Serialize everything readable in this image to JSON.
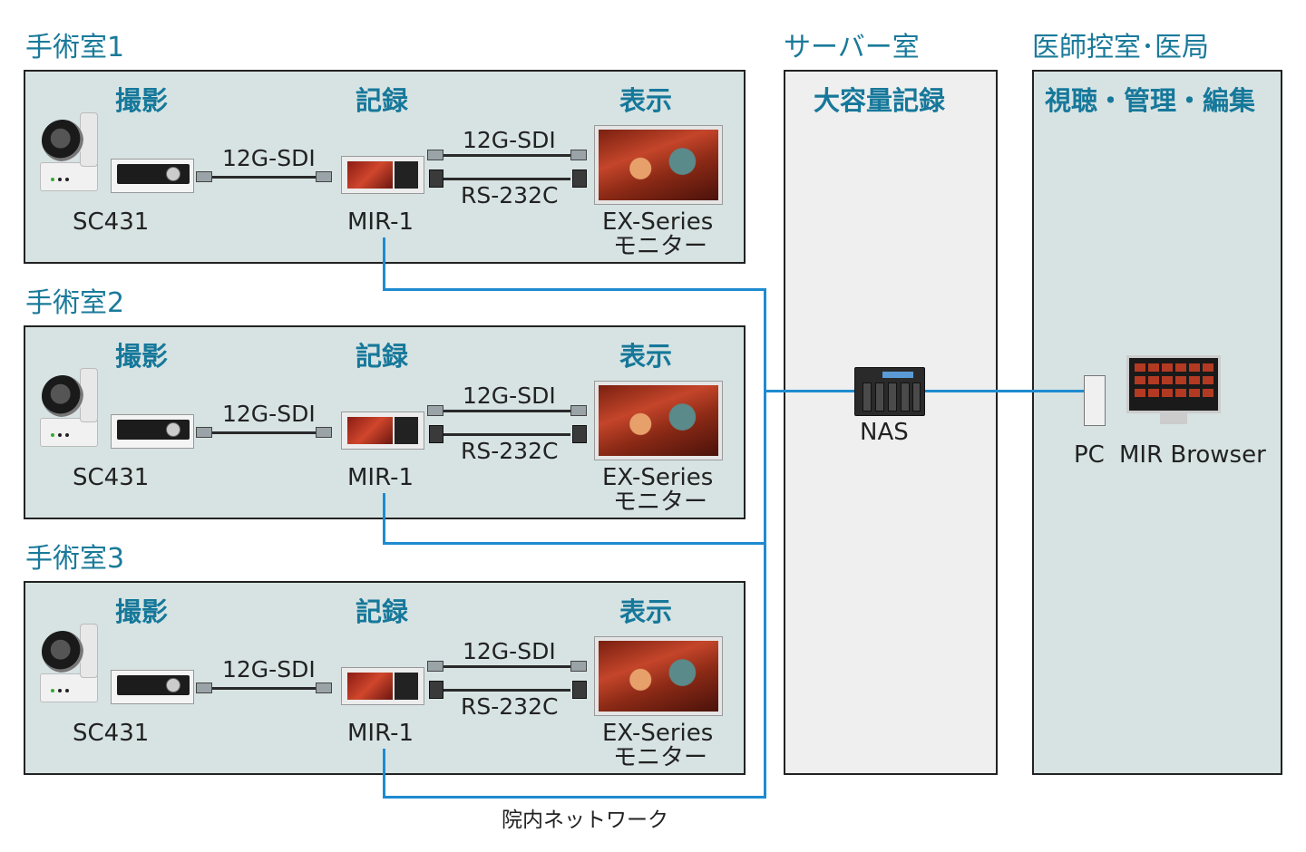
{
  "rooms": [
    {
      "title": "手術室1",
      "sections": {
        "shoot": "撮影",
        "record": "記録",
        "display": "表示"
      },
      "cable_camera": "12G-SDI",
      "cable_monitor_sdi": "12G-SDI",
      "cable_monitor_serial": "RS-232C",
      "device_camera": "SC431",
      "device_recorder": "MIR-1",
      "device_monitor_line1": "EX-Series",
      "device_monitor_line2": "モニター"
    },
    {
      "title": "手術室2",
      "sections": {
        "shoot": "撮影",
        "record": "記録",
        "display": "表示"
      },
      "cable_camera": "12G-SDI",
      "cable_monitor_sdi": "12G-SDI",
      "cable_monitor_serial": "RS-232C",
      "device_camera": "SC431",
      "device_recorder": "MIR-1",
      "device_monitor_line1": "EX-Series",
      "device_monitor_line2": "モニター"
    },
    {
      "title": "手術室3",
      "sections": {
        "shoot": "撮影",
        "record": "記録",
        "display": "表示"
      },
      "cable_camera": "12G-SDI",
      "cable_monitor_sdi": "12G-SDI",
      "cable_monitor_serial": "RS-232C",
      "device_camera": "SC431",
      "device_recorder": "MIR-1",
      "device_monitor_line1": "EX-Series",
      "device_monitor_line2": "モニター"
    }
  ],
  "server_room": {
    "title": "サーバー室",
    "section": "大容量記録",
    "device": "NAS"
  },
  "medical_office": {
    "title": "医師控室･医局",
    "section": "視聴・管理・編集",
    "device_pc": "PC",
    "device_browser": "MIR Browser"
  },
  "network_label": "院内ネットワーク",
  "colors": {
    "room_fill": "#d7e3e3",
    "server_fill": "#efefef",
    "network_line": "#1e8bd0",
    "heading_text": "#16789a"
  }
}
